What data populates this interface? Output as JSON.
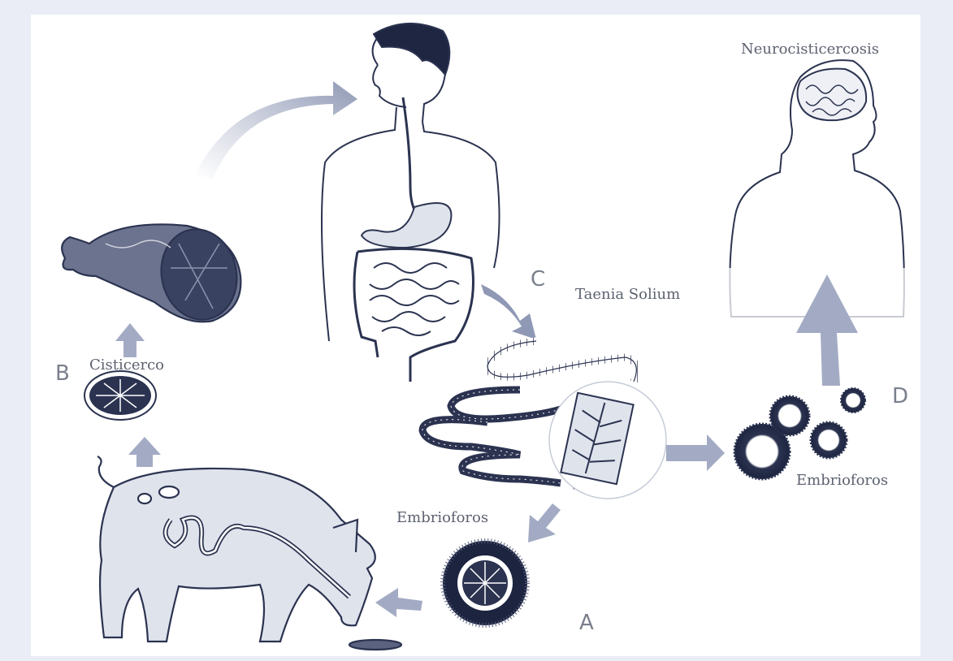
{
  "labels": {
    "neuro": "Neurocisticercosis",
    "taenia": "Taenia Solium",
    "cisticerco": "Cisticerco",
    "embrio_center": "Embrioforos",
    "embrio_right": "Embrioforos"
  },
  "letters": {
    "a": "A",
    "b": "B",
    "c": "C",
    "d": "D"
  },
  "colors": {
    "ink": "#2b3350",
    "arrow": "#a3abc4",
    "background": "#eaedf5"
  }
}
